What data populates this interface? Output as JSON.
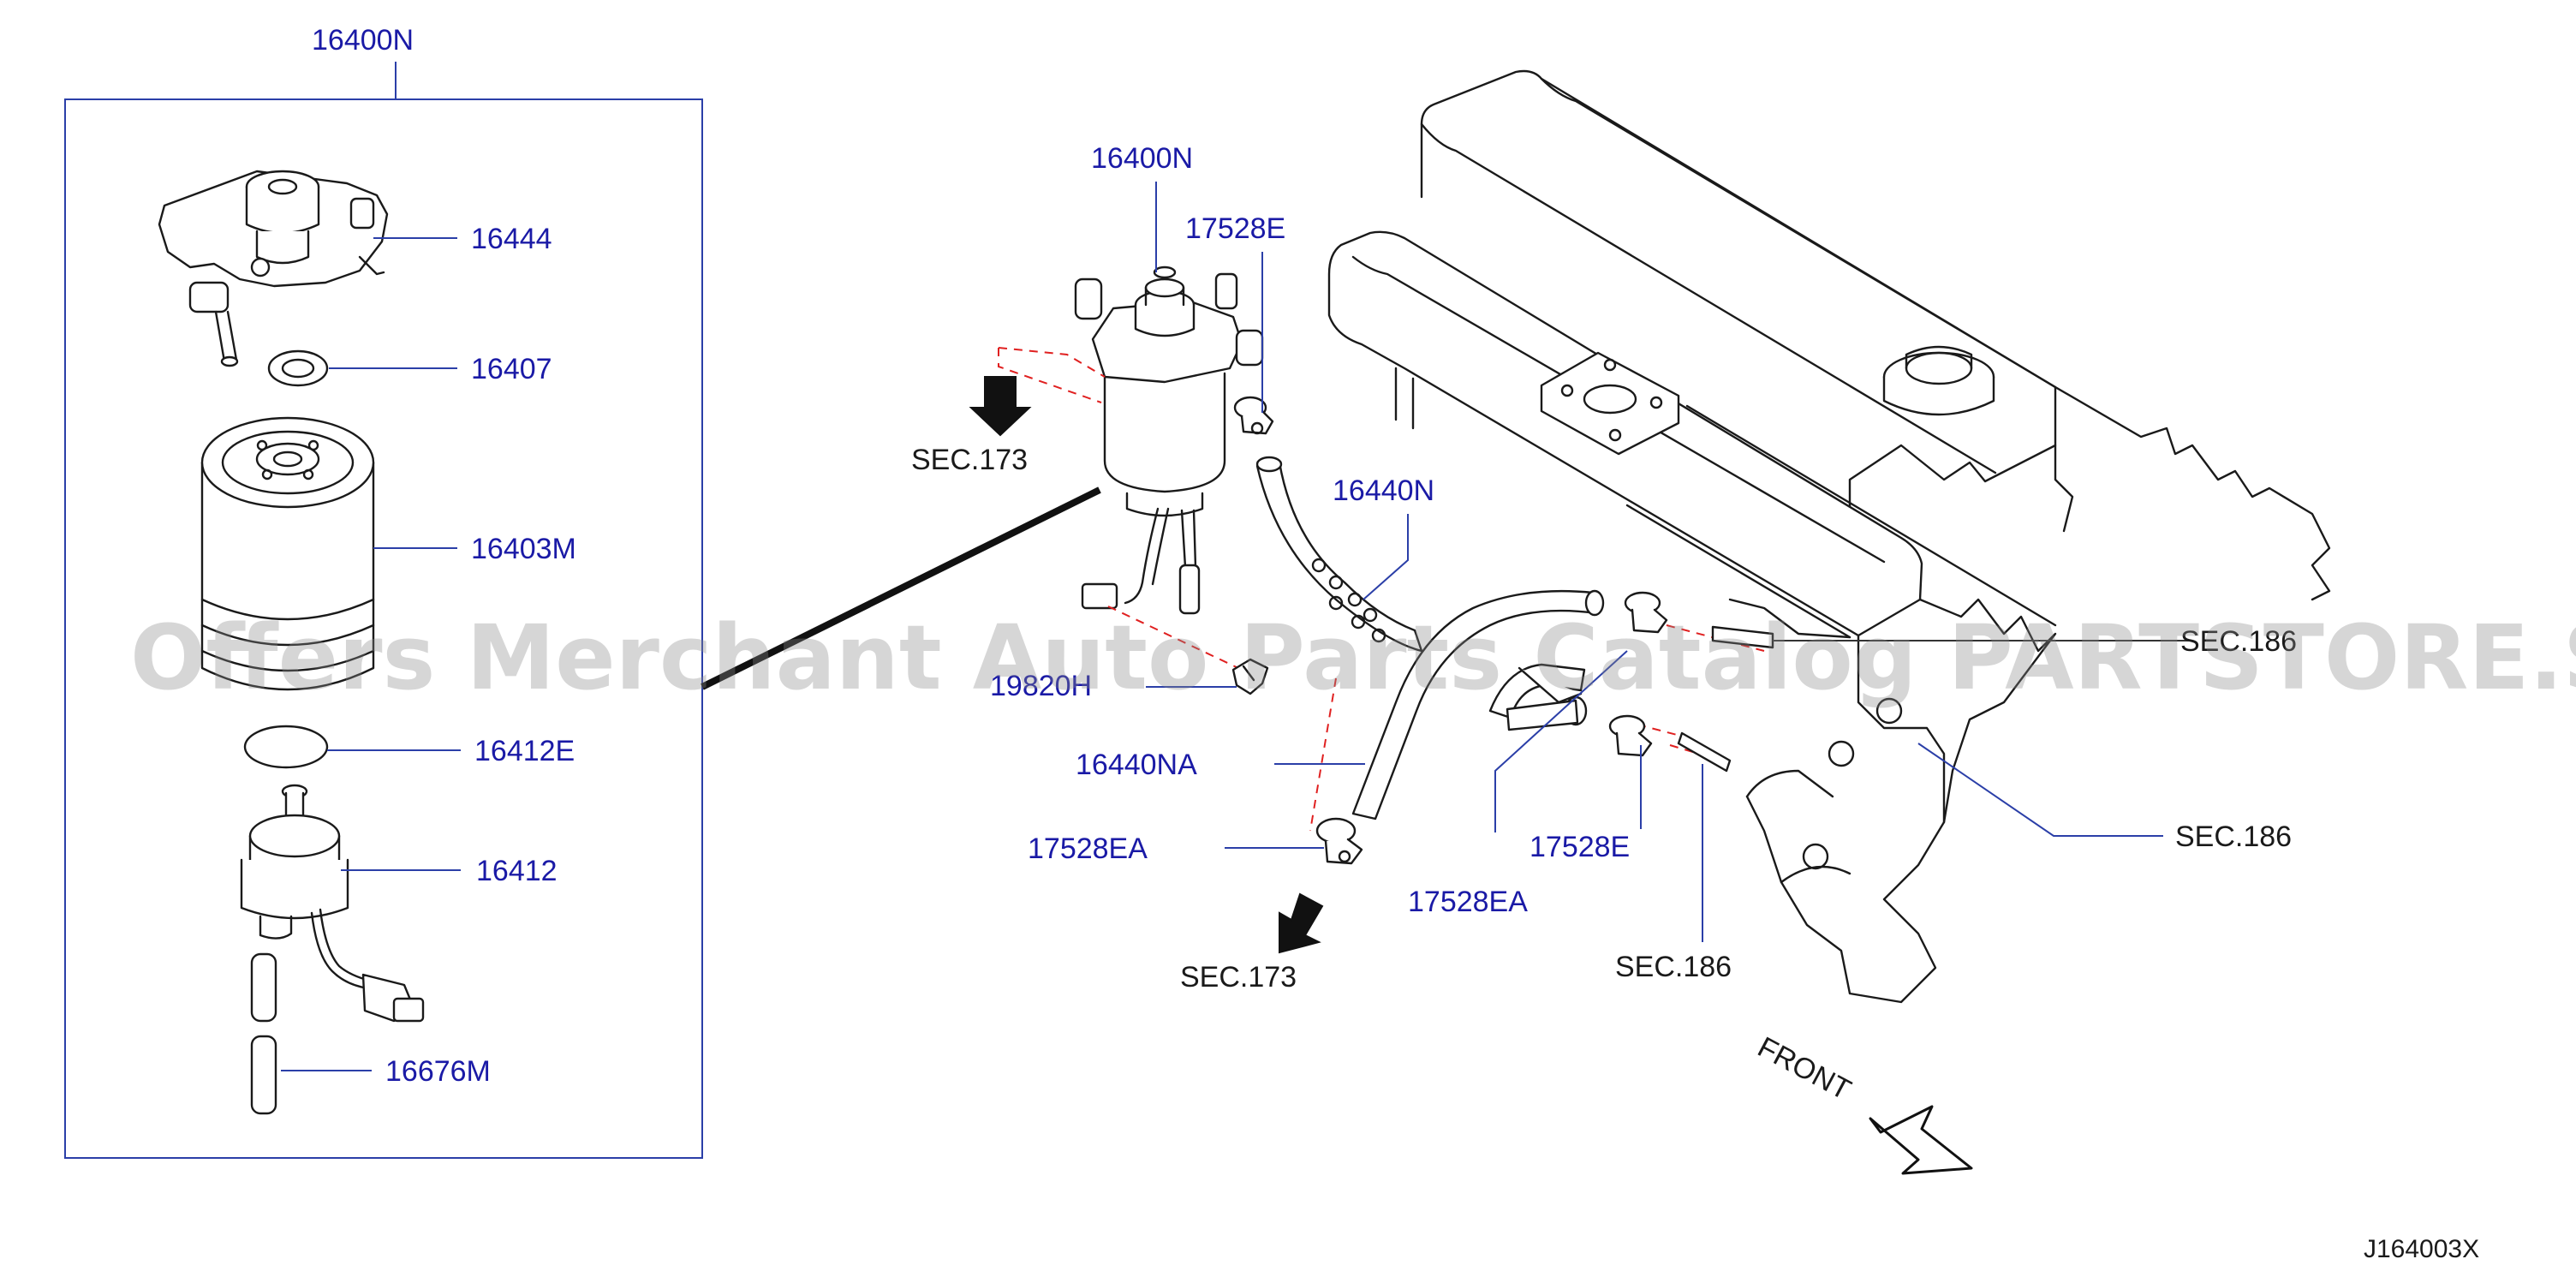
{
  "labels": {
    "assy_top": "16400N",
    "assy_right": "16400N",
    "p16444": "16444",
    "p16407": "16407",
    "p16403M": "16403M",
    "p16412E": "16412E",
    "p16412": "16412",
    "p16676M": "16676M",
    "p17528E_top": "17528E",
    "p16440N": "16440N",
    "p19820H": "19820H",
    "p16440NA": "16440NA",
    "p17528EA_left": "17528EA",
    "p17528EA_bottom": "17528EA",
    "p17528E_right": "17528E",
    "sec173_top": "SEC.173",
    "sec173_bottom": "SEC.173",
    "sec186_top": "SEC.186",
    "sec186_mid": "SEC.186",
    "sec186_bottom": "SEC.186",
    "front": "FRONT",
    "code": "J164003X"
  },
  "watermark": "Offers Merchant Auto Parts Catalog PARTSTORE.SA",
  "colors": {
    "label_blue": "#1a1aa6",
    "leader_blue": "#2b3fa8",
    "dashed_red": "#e02020",
    "line_art": "#1a1a1a"
  }
}
